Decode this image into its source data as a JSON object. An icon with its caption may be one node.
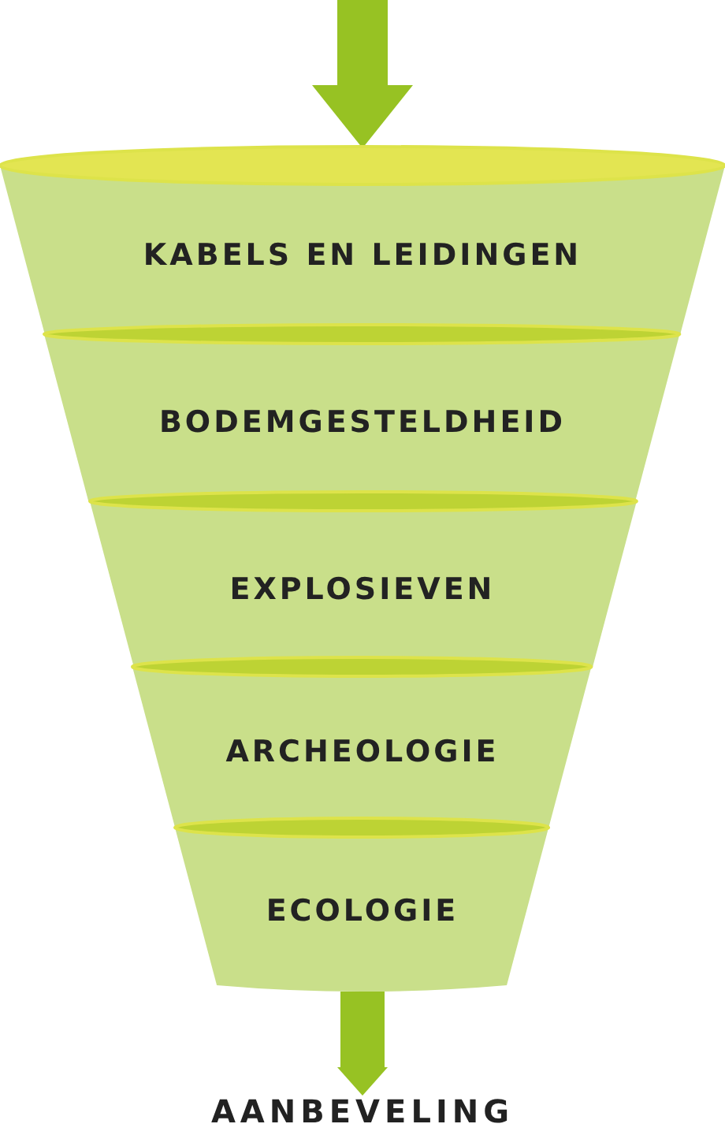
{
  "diagram": {
    "nodes": [
      {
        "text": [
          "KABELS EN LEIDINGEN"
        ]
      },
      {
        "text": [
          "BODEMGESTELDHEID"
        ]
      },
      {
        "text": [
          "EXPLOSIEVEN"
        ]
      },
      {
        "text": [
          "ARCHEOLOGIE"
        ]
      },
      {
        "text": [
          "ECOLOGIE"
        ]
      },
      {
        "text": [
          "AANBEVELING"
        ]
      }
    ],
    "edges": [
      {
        "from": null,
        "to": 0,
        "arrow": "to"
      },
      {
        "from": 4,
        "to": 5,
        "arrow": "to"
      }
    ]
  }
}
